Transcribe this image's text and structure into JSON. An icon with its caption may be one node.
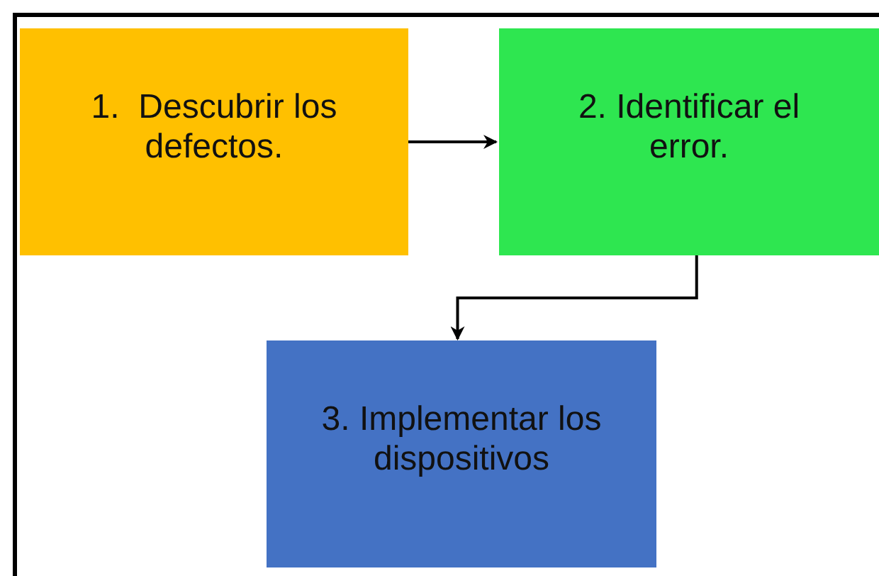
{
  "diagram": {
    "nodes": [
      {
        "text": [
          "1.  Descubrir los defectos."
        ]
      },
      {
        "text": [
          "2. Identificar el error."
        ]
      },
      {
        "text": [
          "3. Implementar los dispositivos"
        ]
      }
    ],
    "edges": [
      {
        "from": 0,
        "to": 1,
        "arrow": "to"
      },
      {
        "from": 1,
        "to": 2,
        "arrow": "to"
      }
    ]
  }
}
